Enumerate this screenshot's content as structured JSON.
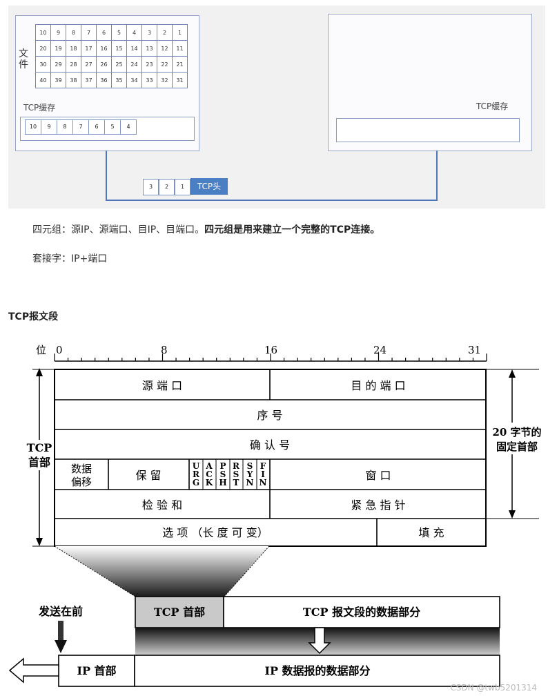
{
  "top_diagram": {
    "file_label": "文件",
    "file_grid": [
      [
        "10",
        "9",
        "8",
        "7",
        "6",
        "5",
        "4",
        "3",
        "2",
        "1"
      ],
      [
        "20",
        "19",
        "18",
        "17",
        "16",
        "15",
        "14",
        "13",
        "12",
        "11"
      ],
      [
        "30",
        "29",
        "28",
        "27",
        "26",
        "25",
        "24",
        "23",
        "22",
        "21"
      ],
      [
        "40",
        "39",
        "38",
        "37",
        "36",
        "35",
        "34",
        "33",
        "32",
        "31"
      ]
    ],
    "left_buffer_label": "TCP缓存",
    "left_buffer_cells": [
      "10",
      "9",
      "8",
      "7",
      "6",
      "5",
      "4"
    ],
    "right_buffer_label": "TCP缓存",
    "packet_cells": [
      "3",
      "2",
      "1"
    ],
    "packet_header": "TCP头"
  },
  "text": {
    "four_tuple_plain": "四元组：源IP、源端口、目IP、目端口。",
    "four_tuple_bold": "四元组是用来建立一个完整的TCP连接。",
    "socket": "套接字：IP+端口",
    "section_title": "TCP报文段"
  },
  "tcp_header": {
    "bit_label": "位",
    "bit_ticks": [
      "0",
      "8",
      "16",
      "24",
      "31"
    ],
    "src_port": "源 端 口",
    "dst_port": "目 的 端 口",
    "seq": "序 号",
    "ack": "确 认 号",
    "offset": [
      "数据",
      "偏移"
    ],
    "reserved": "保 留",
    "flags": [
      "URG",
      "ACK",
      "PSH",
      "RST",
      "SYN",
      "FIN"
    ],
    "window": "窗 口",
    "checksum": "检 验 和",
    "urgent": "紧 急 指 针",
    "options": "选 项 （长 度 可 变）",
    "padding": "填 充",
    "tcp_side": [
      "TCP",
      "首部"
    ],
    "fixed_side": [
      "20 字节的",
      "固定首部"
    ]
  },
  "encapsulation": {
    "send_first": "发送在前",
    "tcp_head": "TCP 首部",
    "tcp_data": "TCP 报文段的数据部分",
    "ip_head": "IP 首部",
    "ip_data": "IP 数据报的数据部分"
  },
  "watermark": "CSDN @twb5201314"
}
